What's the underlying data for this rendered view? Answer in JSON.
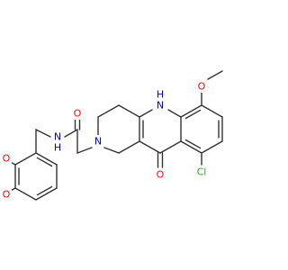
{
  "colors": {
    "bond": "#333333",
    "oxygen": "#ff0d0d",
    "nitrogen": "#0000e5",
    "chlorine": "#1ab21a"
  },
  "atoms": {
    "o_methoxy_top": "O",
    "o_carbonyl": "O",
    "o_amide": "O",
    "o_methoxy_ring1": "O",
    "o_methoxy_ring2": "O",
    "n_amide": "N",
    "h_amide": "H",
    "n_ring": "N",
    "n_acridone": "N",
    "h_acridone": "H",
    "cl": "Cl"
  }
}
